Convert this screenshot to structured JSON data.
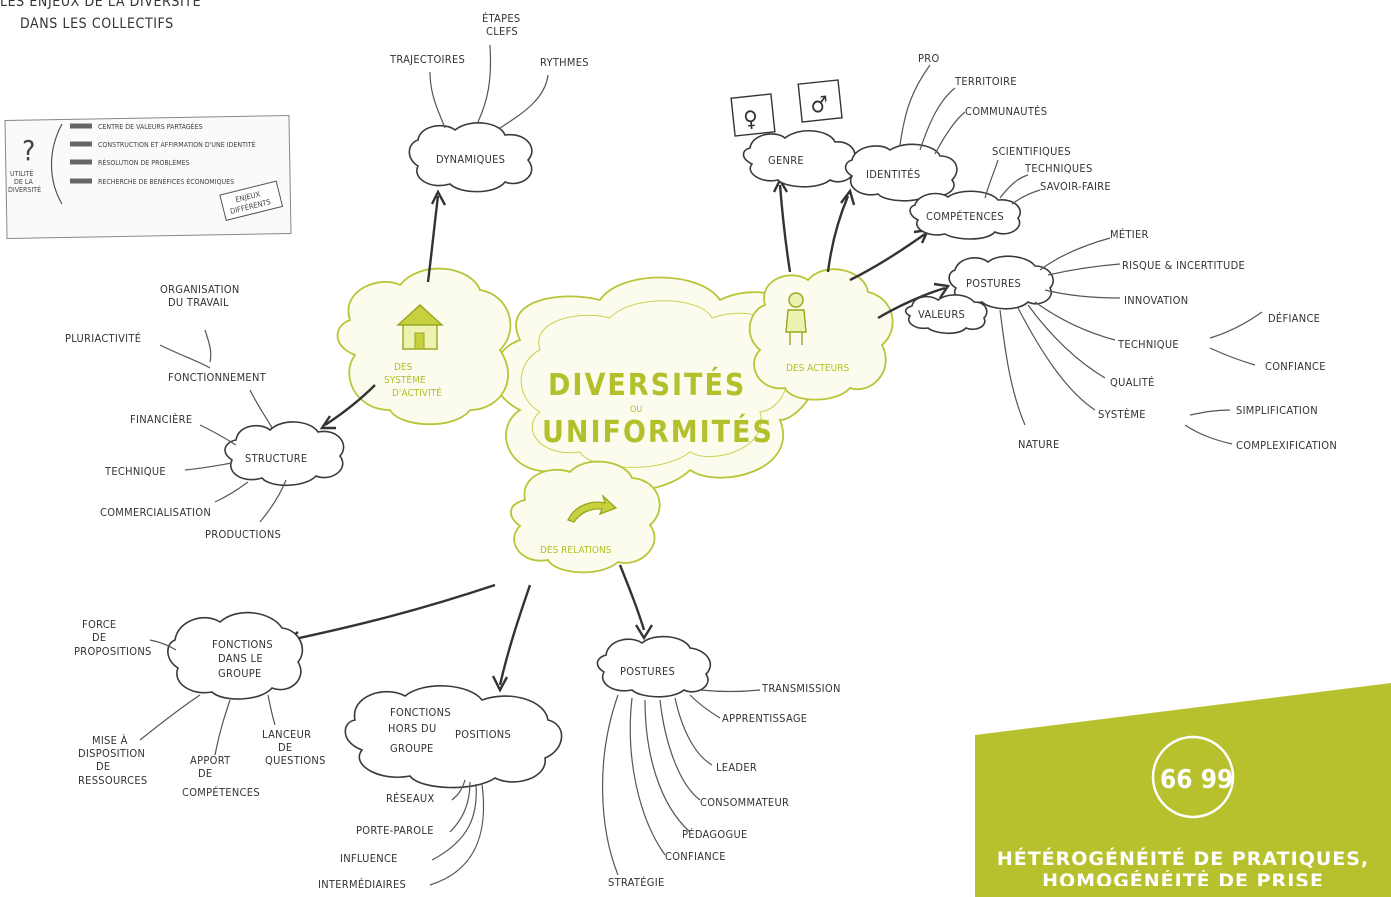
{
  "header": {
    "line1": "LES ENJEUX DE LA DIVERSITÉ",
    "line2": "DANS LES COLLECTIFS"
  },
  "center": {
    "title_top": "DIVERSITÉS",
    "title_mid": "OU",
    "title_bottom": "UNIFORMITÉS"
  },
  "utility_box": {
    "question": "?",
    "side_label_1": "UTILITÉ",
    "side_label_2": "DE LA",
    "side_label_3": "DIVERSITÉ",
    "items": [
      "CENTRE DE VALEURS PARTAGÉES",
      "CONSTRUCTION ET AFFIRMATION D'UNE IDENTITÉ",
      "RÉSOLUTION DE PROBLÈMES",
      "RECHERCHE DE BÉNÉFICES ÉCONOMIQUES"
    ],
    "tag_line1": "ENJEUX",
    "tag_line2": "DIFFÉRENTS"
  },
  "systeme": {
    "label_1": "DES",
    "label_2": "SYSTÈME",
    "label_3": "D'ACTIVITÉ",
    "dynamiques": "DYNAMIQUES",
    "dyn_branches": [
      "TRAJECTOIRES",
      "ÉTAPES",
      "CLEFS",
      "RYTHMES"
    ],
    "structure": "STRUCTURE",
    "struct_branches": [
      "ORGANISATION",
      "DU TRAVAIL",
      "PLURIACTIVITÉ",
      "FONCTIONNEMENT",
      "FINANCIÈRE",
      "TECHNIQUE",
      "COMMERCIALISATION",
      "PRODUCTIONS"
    ]
  },
  "acteurs": {
    "label": "DES ACTEURS",
    "genre": "GENRE",
    "female_symbol": "♀",
    "male_symbol": "♂",
    "identites": "IDENTITÉS",
    "ident_branches": [
      "PRO",
      "TERRITOIRE",
      "COMMUNAUTÉS"
    ],
    "competences": "COMPÉTENCES",
    "comp_branches": [
      "SCIENTIFIQUES",
      "TECHNIQUES",
      "SAVOIR-FAIRE"
    ],
    "postures": "POSTURES",
    "valeurs": "VALEURS",
    "post_branches": [
      "MÉTIER",
      "RISQUE & INCERTITUDE",
      "INNOVATION",
      "TECHNIQUE",
      "DÉFIANCE",
      "CONFIANCE",
      "QUALITÉ",
      "SYSTÈME",
      "SIMPLIFICATION",
      "COMPLEXIFICATION",
      "NATURE"
    ]
  },
  "relations": {
    "label": "DES RELATIONS",
    "fonctions": [
      "FONCTIONS",
      "DANS LE",
      "GROUPE"
    ],
    "fonc_branches": [
      "FORCE",
      "DE",
      "PROPOSITIONS",
      "MISE À",
      "DISPOSITION",
      "DE",
      "RESSOURCES",
      "APPORT",
      "DE",
      "COMPÉTENCES",
      "LANCEUR",
      "DE",
      "QUESTIONS"
    ],
    "positions": "POSITIONS",
    "hors": [
      "FONCTIONS",
      "HORS DU",
      "GROUPE"
    ],
    "pos_branches": [
      "RÉSEAUX",
      "PORTE-PAROLE",
      "INFLUENCE",
      "INTERMÉDIAIRES"
    ],
    "postures": "POSTURES",
    "post_branches": [
      "TRANSMISSION",
      "APPRENTISSAGE",
      "LEADER",
      "CONSOMMATEUR",
      "PÉDAGOGUE",
      "CONFIANCE",
      "STRATÉGIE"
    ]
  },
  "quote": {
    "marks": "66 99",
    "line1": "HÉTÉROGÉNÉITÉ DE PRATIQUES,",
    "line2": "HOMOGÉNÉITÉ DE PRISE"
  },
  "colors": {
    "accent": "#b3bf2b",
    "panel": "#b6c12d",
    "ink": "#333333"
  }
}
